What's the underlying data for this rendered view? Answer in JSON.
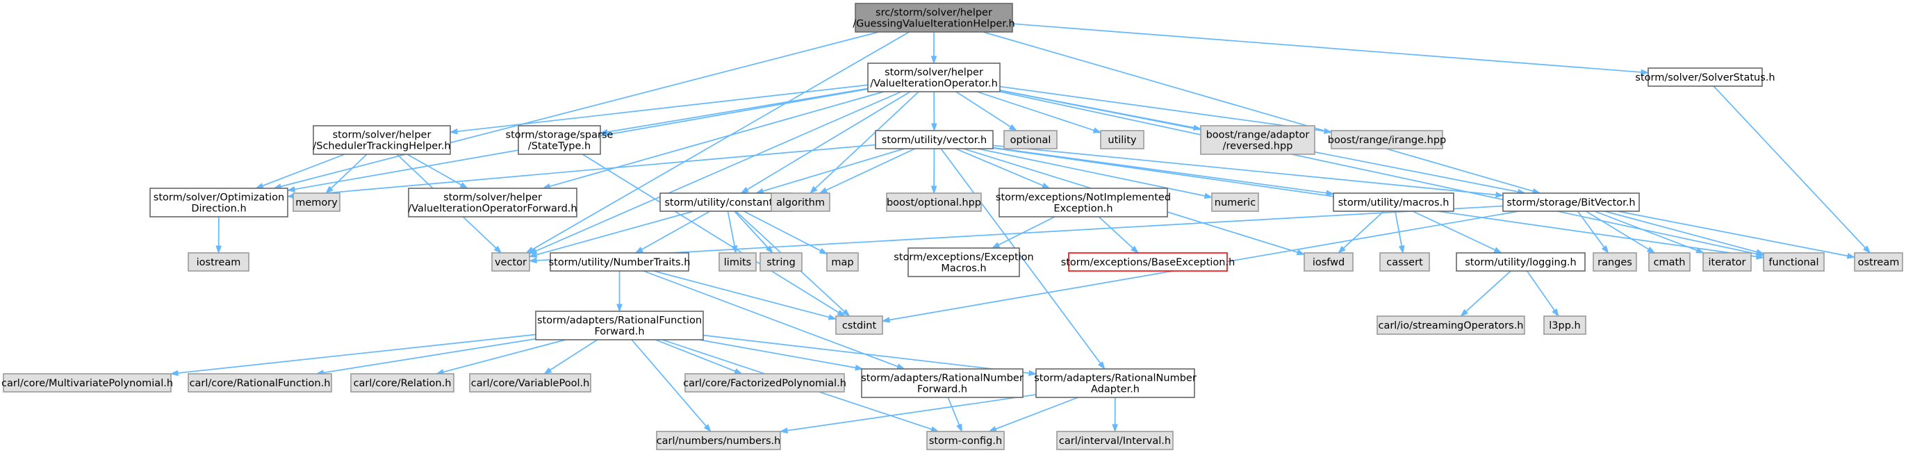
{
  "nodes": {
    "root": {
      "lines": [
        "src/storm/solver/helper",
        "/GuessingValueIterationHelper.h"
      ],
      "kind": "root"
    },
    "vio": {
      "lines": [
        "storm/solver/helper",
        "/ValueIterationOperator.h"
      ],
      "kind": "normal"
    },
    "status": {
      "lines": [
        "storm/solver/SolverStatus.h"
      ],
      "kind": "normal"
    },
    "sth": {
      "lines": [
        "storm/solver/helper",
        "/SchedulerTrackingHelper.h"
      ],
      "kind": "normal"
    },
    "statetype": {
      "lines": [
        "storm/storage/sparse",
        "/StateType.h"
      ],
      "kind": "normal"
    },
    "vector_h": {
      "lines": [
        "storm/utility/vector.h"
      ],
      "kind": "normal"
    },
    "optional": {
      "lines": [
        "optional"
      ],
      "kind": "external"
    },
    "utility": {
      "lines": [
        "utility"
      ],
      "kind": "external"
    },
    "reversed": {
      "lines": [
        "boost/range/adaptor",
        "/reversed.hpp"
      ],
      "kind": "external"
    },
    "irange": {
      "lines": [
        "boost/range/irange.hpp"
      ],
      "kind": "external"
    },
    "optdir": {
      "lines": [
        "storm/solver/Optimization",
        "Direction.h"
      ],
      "kind": "normal"
    },
    "memory": {
      "lines": [
        "memory"
      ],
      "kind": "external"
    },
    "viofwd": {
      "lines": [
        "storm/solver/helper",
        "/ValueIterationOperatorForward.h"
      ],
      "kind": "normal"
    },
    "constants": {
      "lines": [
        "storm/utility/constants.h"
      ],
      "kind": "normal"
    },
    "algorithm": {
      "lines": [
        "algorithm"
      ],
      "kind": "external"
    },
    "boostopt": {
      "lines": [
        "boost/optional.hpp"
      ],
      "kind": "external"
    },
    "notimpl": {
      "lines": [
        "storm/exceptions/NotImplemented",
        "Exception.h"
      ],
      "kind": "normal"
    },
    "numeric": {
      "lines": [
        "numeric"
      ],
      "kind": "external"
    },
    "macros": {
      "lines": [
        "storm/utility/macros.h"
      ],
      "kind": "normal"
    },
    "bitvector": {
      "lines": [
        "storm/storage/BitVector.h"
      ],
      "kind": "normal"
    },
    "iostream": {
      "lines": [
        "iostream"
      ],
      "kind": "external"
    },
    "vector": {
      "lines": [
        "vector"
      ],
      "kind": "external"
    },
    "limits": {
      "lines": [
        "limits"
      ],
      "kind": "external"
    },
    "string": {
      "lines": [
        "string"
      ],
      "kind": "external"
    },
    "map": {
      "lines": [
        "map"
      ],
      "kind": "external"
    },
    "numtraits": {
      "lines": [
        "storm/utility/NumberTraits.h"
      ],
      "kind": "normal"
    },
    "excmacros": {
      "lines": [
        "storm/exceptions/Exception",
        "Macros.h"
      ],
      "kind": "normal"
    },
    "baseexc": {
      "lines": [
        "storm/exceptions/BaseException.h"
      ],
      "kind": "missing"
    },
    "iosfwd": {
      "lines": [
        "iosfwd"
      ],
      "kind": "external"
    },
    "cassert": {
      "lines": [
        "cassert"
      ],
      "kind": "external"
    },
    "logging": {
      "lines": [
        "storm/utility/logging.h"
      ],
      "kind": "normal"
    },
    "ranges": {
      "lines": [
        "ranges"
      ],
      "kind": "external"
    },
    "cmath": {
      "lines": [
        "cmath"
      ],
      "kind": "external"
    },
    "iterator": {
      "lines": [
        "iterator"
      ],
      "kind": "external"
    },
    "functional": {
      "lines": [
        "functional"
      ],
      "kind": "external"
    },
    "ostream": {
      "lines": [
        "ostream"
      ],
      "kind": "external"
    },
    "rffwd": {
      "lines": [
        "storm/adapters/RationalFunction",
        "Forward.h"
      ],
      "kind": "normal"
    },
    "cstdint": {
      "lines": [
        "cstdint"
      ],
      "kind": "external"
    },
    "streamops": {
      "lines": [
        "carl/io/streamingOperators.h"
      ],
      "kind": "external"
    },
    "l3pp": {
      "lines": [
        "l3pp.h"
      ],
      "kind": "external"
    },
    "mvpoly": {
      "lines": [
        "carl/core/MultivariatePolynomial.h"
      ],
      "kind": "external"
    },
    "ratfunc": {
      "lines": [
        "carl/core/RationalFunction.h"
      ],
      "kind": "external"
    },
    "relation": {
      "lines": [
        "carl/core/Relation.h"
      ],
      "kind": "external"
    },
    "varpool": {
      "lines": [
        "carl/core/VariablePool.h"
      ],
      "kind": "external"
    },
    "factpoly": {
      "lines": [
        "carl/core/FactorizedPolynomial.h"
      ],
      "kind": "external"
    },
    "rnfwd": {
      "lines": [
        "storm/adapters/RationalNumber",
        "Forward.h"
      ],
      "kind": "normal"
    },
    "rnadapter": {
      "lines": [
        "storm/adapters/RationalNumber",
        "Adapter.h"
      ],
      "kind": "normal"
    },
    "numbers": {
      "lines": [
        "carl/numbers/numbers.h"
      ],
      "kind": "external"
    },
    "stormconfig": {
      "lines": [
        "storm-config.h"
      ],
      "kind": "external"
    },
    "interval": {
      "lines": [
        "carl/interval/Interval.h"
      ],
      "kind": "external"
    }
  },
  "edges": [
    [
      "root",
      "vio"
    ],
    [
      "root",
      "status"
    ],
    [
      "root",
      "optdir"
    ],
    [
      "root",
      "vector"
    ],
    [
      "root",
      "bitvector"
    ],
    [
      "vio",
      "sth"
    ],
    [
      "vio",
      "statetype"
    ],
    [
      "vio",
      "vector_h"
    ],
    [
      "vio",
      "optional"
    ],
    [
      "vio",
      "utility"
    ],
    [
      "vio",
      "reversed"
    ],
    [
      "vio",
      "irange"
    ],
    [
      "vio",
      "optdir"
    ],
    [
      "vio",
      "viofwd"
    ],
    [
      "vio",
      "constants"
    ],
    [
      "vio",
      "algorithm"
    ],
    [
      "vio",
      "bitvector"
    ],
    [
      "vio",
      "vector"
    ],
    [
      "vio",
      "functional"
    ],
    [
      "status",
      "ostream"
    ],
    [
      "sth",
      "optdir"
    ],
    [
      "sth",
      "memory"
    ],
    [
      "sth",
      "viofwd"
    ],
    [
      "sth",
      "vector"
    ],
    [
      "statetype",
      "cstdint"
    ],
    [
      "vector_h",
      "optdir"
    ],
    [
      "vector_h",
      "constants"
    ],
    [
      "vector_h",
      "algorithm"
    ],
    [
      "vector_h",
      "boostopt"
    ],
    [
      "vector_h",
      "notimpl"
    ],
    [
      "vector_h",
      "numeric"
    ],
    [
      "vector_h",
      "macros"
    ],
    [
      "vector_h",
      "bitvector"
    ],
    [
      "vector_h",
      "iosfwd"
    ],
    [
      "vector_h",
      "functional"
    ],
    [
      "vector_h",
      "rnadapter"
    ],
    [
      "optdir",
      "iostream"
    ],
    [
      "constants",
      "vector"
    ],
    [
      "constants",
      "limits"
    ],
    [
      "constants",
      "string"
    ],
    [
      "constants",
      "map"
    ],
    [
      "constants",
      "numtraits"
    ],
    [
      "constants",
      "cstdint"
    ],
    [
      "notimpl",
      "excmacros"
    ],
    [
      "notimpl",
      "baseexc"
    ],
    [
      "macros",
      "iosfwd"
    ],
    [
      "macros",
      "cassert"
    ],
    [
      "macros",
      "logging"
    ],
    [
      "bitvector",
      "vector"
    ],
    [
      "bitvector",
      "ranges"
    ],
    [
      "bitvector",
      "cmath"
    ],
    [
      "bitvector",
      "iterator"
    ],
    [
      "bitvector",
      "functional"
    ],
    [
      "bitvector",
      "ostream"
    ],
    [
      "bitvector",
      "cstdint"
    ],
    [
      "numtraits",
      "rffwd"
    ],
    [
      "numtraits",
      "cstdint"
    ],
    [
      "numtraits",
      "rnfwd"
    ],
    [
      "logging",
      "streamops"
    ],
    [
      "logging",
      "l3pp"
    ],
    [
      "rffwd",
      "mvpoly"
    ],
    [
      "rffwd",
      "ratfunc"
    ],
    [
      "rffwd",
      "relation"
    ],
    [
      "rffwd",
      "varpool"
    ],
    [
      "rffwd",
      "factpoly"
    ],
    [
      "rffwd",
      "rnfwd"
    ],
    [
      "rffwd",
      "rnadapter"
    ],
    [
      "rffwd",
      "numbers"
    ],
    [
      "rffwd",
      "stormconfig"
    ],
    [
      "rnfwd",
      "stormconfig"
    ],
    [
      "rnadapter",
      "numbers"
    ],
    [
      "rnadapter",
      "stormconfig"
    ],
    [
      "rnadapter",
      "interval"
    ]
  ]
}
